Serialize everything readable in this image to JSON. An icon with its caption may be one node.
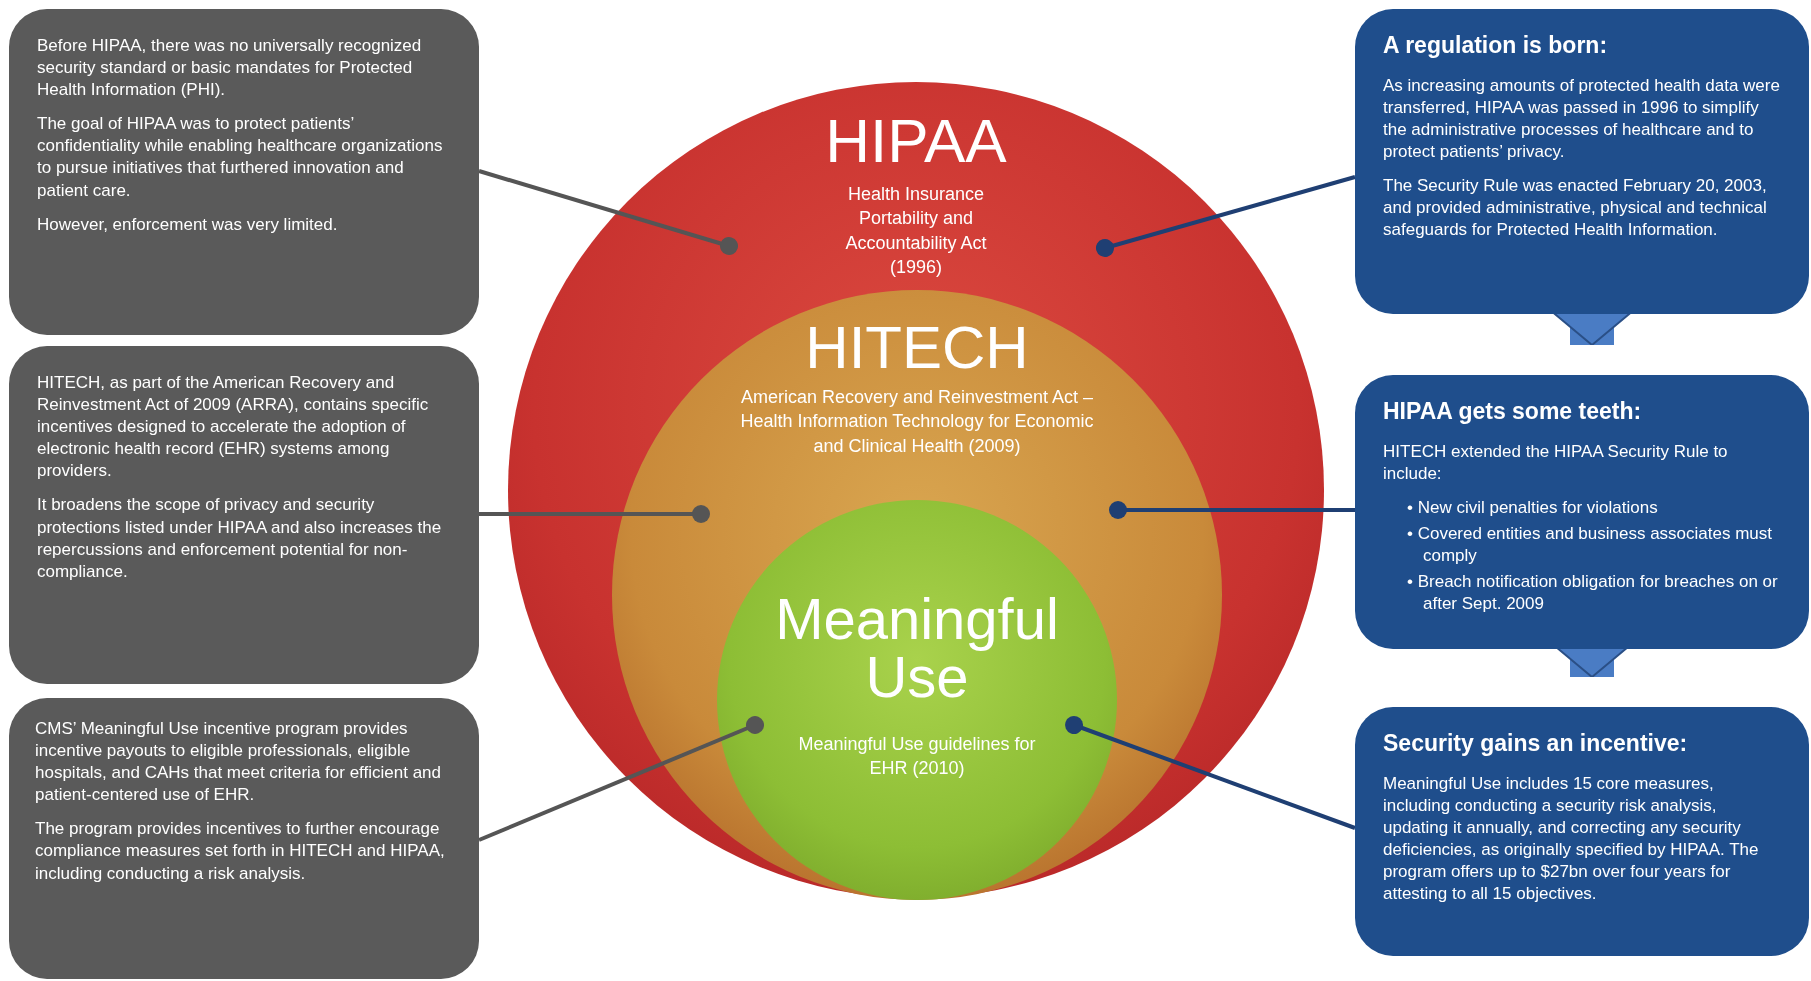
{
  "diagram": {
    "nodes": [
      {
        "text": [
          "HIPAA",
          "Health Insurance Portability and Accountability Act (1996)"
        ]
      },
      {
        "text": [
          "HITECH",
          "American Recovery and Reinvestment Act – Health Information Technology for Economic and Clinical Health (2009)"
        ],
        "in": 0
      },
      {
        "text": [
          "Meaningful Use",
          "Meaningful Use guidelines for EHR (2010)"
        ],
        "in": 1
      },
      {
        "text": [
          "Before HIPAA, there was no universally recognized security standard or basic mandates for Protected Health Information (PHI).",
          "The goal of HIPAA was to protect patients’ confidentiality while enabling healthcare organizations to pursue initiatives that furthered innovation and patient care.",
          "However, enforcement was very limited."
        ]
      },
      {
        "text": [
          "HITECH, as part of the American Recovery and Reinvestment Act of 2009 (ARRA), contains specific incentives designed to accelerate the adoption of electronic health record (EHR) systems among providers.",
          "It broadens the scope of privacy and security protections listed under HIPAA and also increases the repercussions and enforcement potential for non-compliance."
        ]
      },
      {
        "text": [
          "CMS’ Meaningful Use incentive program provides incentive payouts to eligible professionals, eligible hospitals, and CAHs that meet criteria for efficient and patient-centered use of EHR.",
          "The program provides incentives to further encourage compliance measures set forth in HITECH and HIPAA, including conducting a risk analysis."
        ]
      },
      {
        "text": [
          "A regulation is born:",
          "As increasing amounts of protected health data were transferred, HIPAA was passed in 1996 to simplify the administrative processes of healthcare and to protect patients’ privacy.",
          "The Security Rule was enacted February 20, 2003, and provided administrative, physical and technical safeguards for Protected Health Information."
        ]
      },
      {
        "text": [
          "HIPAA gets some teeth:",
          "HITECH extended the HIPAA Security Rule to include:",
          "• New civil penalties for violations",
          "• Covered entities and business associates must comply",
          "• Breach notification obligation for breaches on or after Sept. 2009"
        ]
      },
      {
        "text": [
          "Security gains an incentive:",
          "Meaningful Use includes 15 core measures, including conducting a security risk analysis, updating it annually, and correcting any security deficiencies, as originally specified by HIPAA. The program offers up to $27bn over four years for attesting to all 15 objectives."
        ]
      }
    ],
    "edges": [
      {
        "from": 3,
        "to": 0,
        "arrow": "other",
        "color": "#555555"
      },
      {
        "from": 4,
        "to": 1,
        "arrow": "other",
        "color": "#555555"
      },
      {
        "from": 5,
        "to": 2,
        "arrow": "other",
        "color": "#555555"
      },
      {
        "from": 6,
        "to": 0,
        "arrow": "other",
        "color": "#1f3f73"
      },
      {
        "from": 7,
        "to": 1,
        "arrow": "other",
        "color": "#1f3f73"
      },
      {
        "from": 8,
        "to": 2,
        "arrow": "other",
        "color": "#1f3f73"
      },
      {
        "from": 6,
        "to": 7,
        "arrow": "to",
        "style": "thick",
        "color": "#4a7cc4"
      },
      {
        "from": 7,
        "to": 8,
        "arrow": "to",
        "style": "thick",
        "color": "#4a7cc4"
      }
    ]
  }
}
